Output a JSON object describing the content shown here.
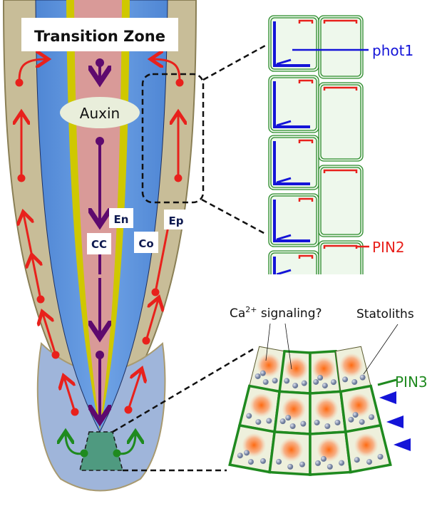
{
  "root": {
    "zone_label": "Transition Zone",
    "auxin_label": "Auxin",
    "tissue_labels": {
      "en": "En",
      "cc": "CC",
      "co": "Co",
      "ep": "Ep"
    }
  },
  "epidermis_panel": {
    "phot1_label": "phot1",
    "pin2_label": "PIN2"
  },
  "columella_panel": {
    "ca_label": "Ca",
    "ca_superscript": "2+",
    "signaling_label": " signaling?",
    "statoliths_label": "Statoliths",
    "pin3_label": "PIN3"
  },
  "colors": {
    "tan": "#c8bd98",
    "cortex_blue": "#5b92dc",
    "endodermis_yellow": "#cfc800",
    "stele_pink": "#d99a98",
    "cap_blue": "#9fb5da",
    "pin2_red": "#e8211c",
    "phot1_blue": "#1414d8",
    "pin3_green": "#1f8a1f",
    "auxin_purple": "#5e0a6e"
  }
}
